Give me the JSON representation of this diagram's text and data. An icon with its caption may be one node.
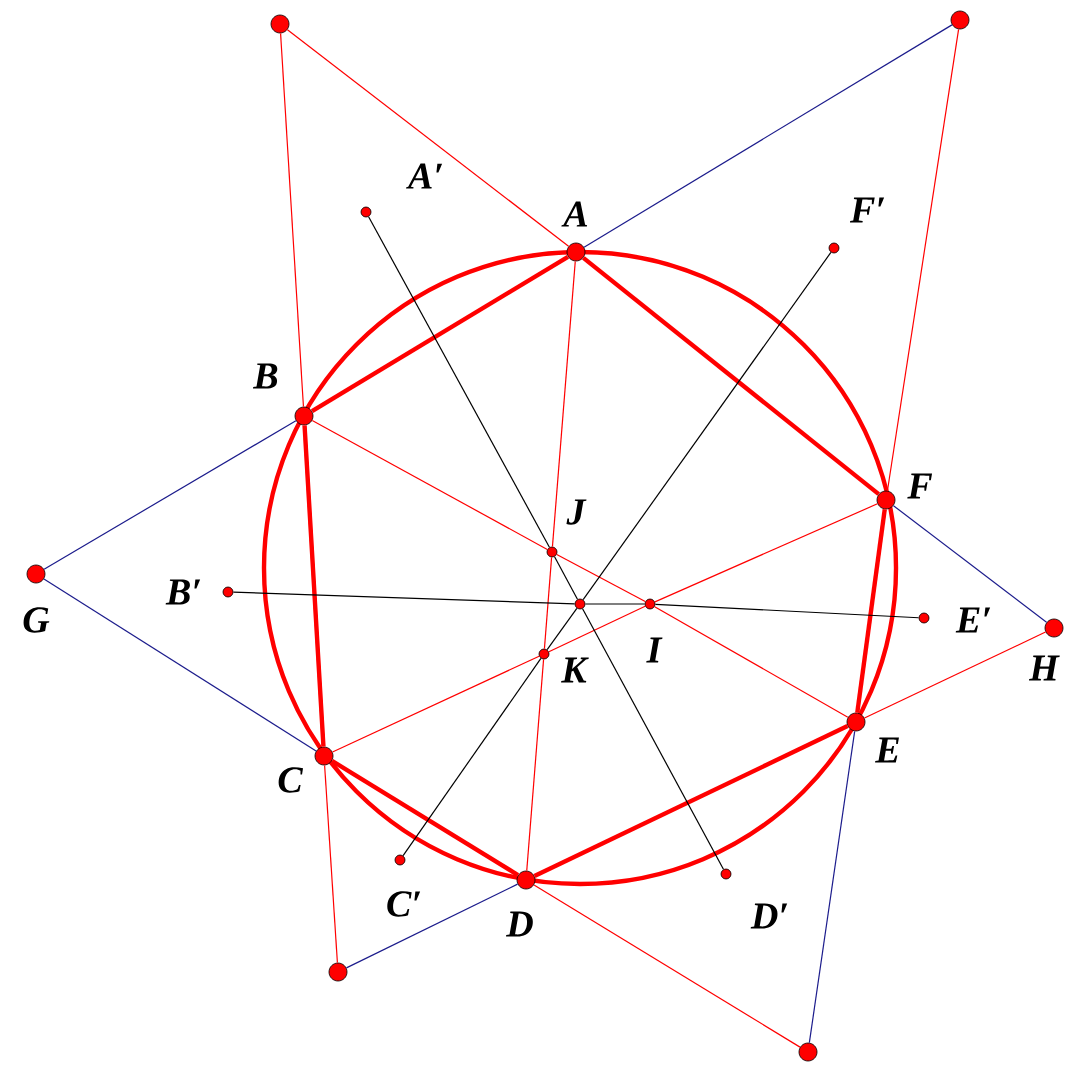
{
  "diagram": {
    "nodes": [
      {
        "text": [],
        "shape": "circle"
      },
      {
        "text": [],
        "shape": "circle"
      },
      {
        "text": [
          "A′"
        ]
      },
      {
        "text": [
          "A"
        ]
      },
      {
        "text": [
          "F′"
        ]
      },
      {
        "text": [
          "B"
        ]
      },
      {
        "text": [
          "F"
        ]
      },
      {
        "text": [
          "J"
        ]
      },
      {
        "text": [
          "G"
        ]
      },
      {
        "text": [
          "B′"
        ]
      },
      {
        "text": [],
        "shape": "circle"
      },
      {
        "text": [
          "I"
        ]
      },
      {
        "text": [
          "E′"
        ]
      },
      {
        "text": [
          "H"
        ]
      },
      {
        "text": [
          "K"
        ]
      },
      {
        "text": [
          "E"
        ]
      },
      {
        "text": [
          "C"
        ]
      },
      {
        "text": [
          "C′"
        ]
      },
      {
        "text": [
          "D"
        ]
      },
      {
        "text": [
          "D′"
        ]
      },
      {
        "text": [],
        "shape": "circle"
      },
      {
        "text": [],
        "shape": "circle"
      }
    ],
    "edges": [
      {
        "from": 0,
        "to": 5,
        "arrow": "none"
      },
      {
        "from": 5,
        "to": 16,
        "arrow": "none",
        "style": "thick"
      },
      {
        "from": 16,
        "to": 20,
        "arrow": "none"
      },
      {
        "from": 0,
        "to": 3,
        "arrow": "none"
      },
      {
        "from": 3,
        "to": 6,
        "arrow": "none",
        "style": "thick"
      },
      {
        "from": 6,
        "to": 13,
        "arrow": "none",
        "color": "#1c1c8c"
      },
      {
        "from": 8,
        "to": 5,
        "arrow": "none",
        "color": "#1c1c8c"
      },
      {
        "from": 5,
        "to": 3,
        "arrow": "none",
        "style": "thick"
      },
      {
        "from": 3,
        "to": 1,
        "arrow": "none",
        "color": "#1c1c8c"
      },
      {
        "from": 8,
        "to": 16,
        "arrow": "none",
        "color": "#1c1c8c"
      },
      {
        "from": 16,
        "to": 18,
        "arrow": "none",
        "style": "thick"
      },
      {
        "from": 18,
        "to": 21,
        "arrow": "none"
      },
      {
        "from": 20,
        "to": 18,
        "arrow": "none",
        "color": "#1c1c8c"
      },
      {
        "from": 18,
        "to": 15,
        "arrow": "none",
        "style": "thick"
      },
      {
        "from": 15,
        "to": 13,
        "arrow": "none"
      },
      {
        "from": 1,
        "to": 6,
        "arrow": "none"
      },
      {
        "from": 6,
        "to": 15,
        "arrow": "none",
        "style": "thick"
      },
      {
        "from": 15,
        "to": 21,
        "arrow": "none",
        "color": "#1c1c8c"
      },
      {
        "from": 3,
        "to": 7,
        "arrow": "none"
      },
      {
        "from": 7,
        "to": 14,
        "arrow": "none"
      },
      {
        "from": 14,
        "to": 18,
        "arrow": "none"
      },
      {
        "from": 5,
        "to": 7,
        "arrow": "none"
      },
      {
        "from": 7,
        "to": 11,
        "arrow": "none"
      },
      {
        "from": 11,
        "to": 15,
        "arrow": "none"
      },
      {
        "from": 16,
        "to": 14,
        "arrow": "none"
      },
      {
        "from": 14,
        "to": 11,
        "arrow": "none"
      },
      {
        "from": 11,
        "to": 6,
        "arrow": "none"
      },
      {
        "from": 2,
        "to": 7,
        "arrow": "none",
        "color": "#000000"
      },
      {
        "from": 7,
        "to": 10,
        "arrow": "none",
        "color": "#000000"
      },
      {
        "from": 10,
        "to": 19,
        "arrow": "none",
        "color": "#000000"
      },
      {
        "from": 4,
        "to": 10,
        "arrow": "none",
        "color": "#000000"
      },
      {
        "from": 10,
        "to": 14,
        "arrow": "none",
        "color": "#000000"
      },
      {
        "from": 14,
        "to": 17,
        "arrow": "none",
        "color": "#000000"
      },
      {
        "from": 9,
        "to": 10,
        "arrow": "none",
        "color": "#000000"
      },
      {
        "from": 10,
        "to": 11,
        "arrow": "none",
        "color": "#000000"
      },
      {
        "from": 11,
        "to": 12,
        "arrow": "none",
        "color": "#000000"
      }
    ]
  }
}
